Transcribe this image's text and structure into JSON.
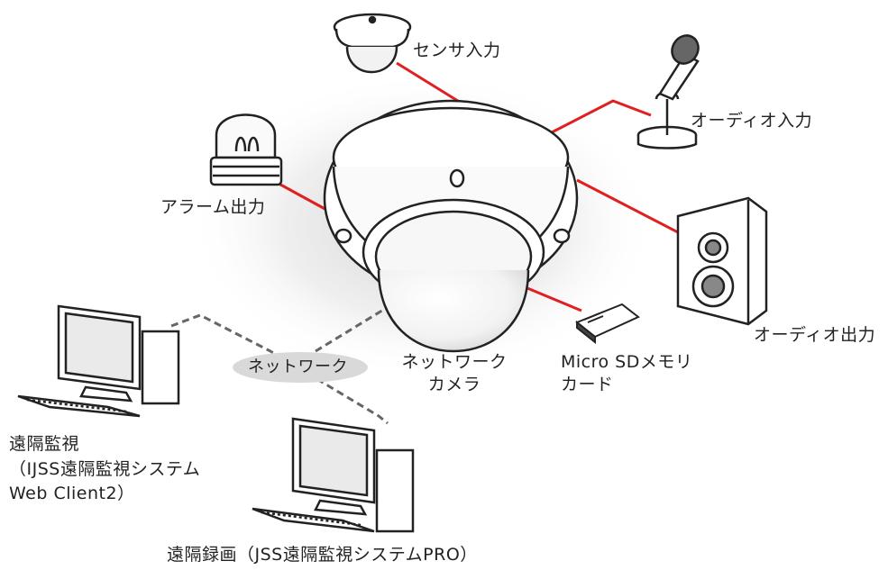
{
  "labels": {
    "sensor_input": "センサ入力",
    "audio_input": "オーディオ入力",
    "alarm_output": "アラーム出力",
    "audio_output": "オーディオ出力",
    "network_bubble": "ネットワーク",
    "network_camera_line1": "ネットワーク",
    "network_camera_line2": "カメラ",
    "sd_card_line1": "Micro SDメモリ",
    "sd_card_line2": "カード",
    "remote_monitor_line1": "遠隔監視",
    "remote_monitor_line2": "（IJSS遠隔監視システム",
    "remote_monitor_line3": "Web Client2）",
    "remote_record": "遠隔録画（JSS遠隔監視システムPRO）"
  },
  "colors": {
    "wire": "#e02020",
    "network_dash": "#666666",
    "outline": "#222222",
    "bubble": "#d9d9d9"
  },
  "icons": {
    "camera": "dome-camera-icon",
    "sensor": "ceiling-sensor-icon",
    "microphone": "microphone-icon",
    "alarm": "alarm-light-icon",
    "speaker": "speaker-icon",
    "sd_card": "sd-card-icon",
    "pc": "desktop-computer-icon"
  }
}
